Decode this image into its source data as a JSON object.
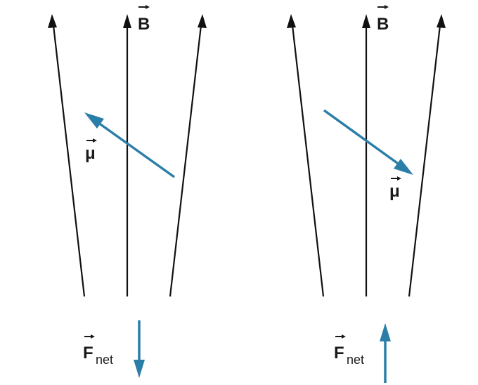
{
  "colors": {
    "field_line": "#111111",
    "vector": "#2b7ea8",
    "background": "#ffffff"
  },
  "panels": [
    {
      "field_label": "B",
      "moment_label": "μ",
      "force_label": "F",
      "force_subscript": "net",
      "force_direction": "down"
    },
    {
      "field_label": "B",
      "moment_label": "μ",
      "force_label": "F",
      "force_subscript": "net",
      "force_direction": "up"
    }
  ]
}
